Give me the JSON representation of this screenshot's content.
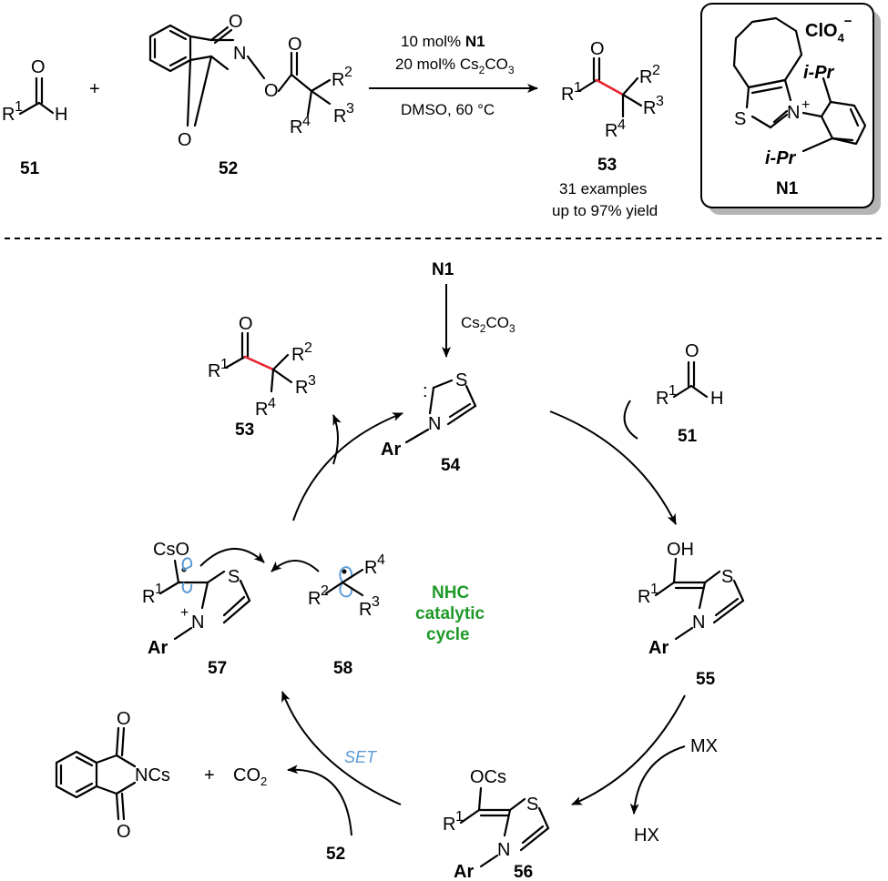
{
  "reaction": {
    "compounds": {
      "aldehyde": "51",
      "ester": "52",
      "product": "53"
    },
    "conditions": {
      "line1_prefix": "10 mol% ",
      "line1_bold": "N1",
      "line2_prefix": "20 mol% Cs",
      "line2_sub1": "2",
      "line2_mid": "CO",
      "line2_sub2": "3",
      "line3": "DMSO, 60 °C"
    },
    "scope": {
      "examples": "31 examples",
      "yield": "up to 97% yield"
    },
    "catalyst_box": {
      "label": "N1",
      "counterion": "ClO",
      "counterion_sub": "4",
      "counterion_sup": "−",
      "substituent": "i-Pr"
    }
  },
  "cycle": {
    "center_line1": "NHC",
    "center_line2": "catalytic",
    "center_line3": "cycle",
    "start_label": "N1",
    "base_prefix": "Cs",
    "base_sub1": "2",
    "base_mid": "CO",
    "base_sub2": "3",
    "intermediates": [
      "54",
      "55",
      "56",
      "57",
      "58"
    ],
    "reagent_mx": "MX",
    "byproduct_hx": "HX",
    "set_label": "SET",
    "byproduct_co2": "CO",
    "byproduct_co2_sub": "2",
    "byproduct_ncs": "NCs",
    "plus": "+",
    "reagent_52": "52",
    "product_53": "53",
    "aldehyde_51": "51",
    "atoms": {
      "S": "S",
      "N": "N",
      "O": "O",
      "H": "H",
      "OH": "OH",
      "OCs": "OCs",
      "CsO": "CsO",
      "Ar": "Ar",
      "R": "R",
      "one": "1",
      "two": "2",
      "three": "3",
      "four": "4"
    }
  },
  "colors": {
    "new_bond": "#e8202a",
    "center_text": "#1f9a2a",
    "set_and_orbitals": "#5b9bd5",
    "box_shadow": "#b4b4b4"
  }
}
